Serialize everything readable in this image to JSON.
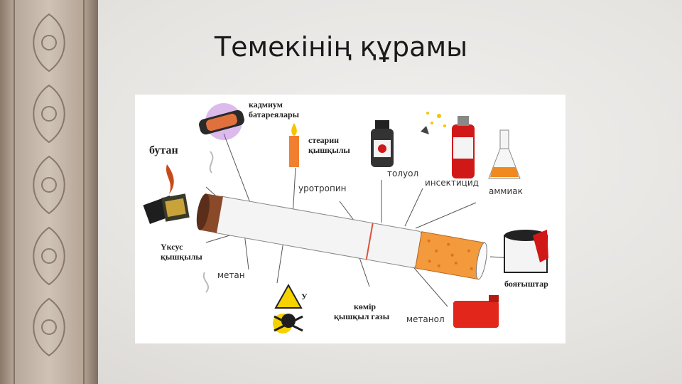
{
  "title": "Темекінің құрамы",
  "labels": {
    "cadmium_line1": "кадмиум",
    "cadmium_line2": "батареялары",
    "stearic_line1": "стеарин",
    "stearic_line2": "қышқылы",
    "butane": "бутан",
    "toluene": "толуол",
    "insecticide": "инсектицид",
    "ammonia": "аммиак",
    "urotropin": "уротропин",
    "acetic_line1": "Үксус",
    "acetic_line2": "қышқылы",
    "methane": "метан",
    "poison": "У",
    "co_line1": "көмір",
    "co_line2": "қышқыл газы",
    "methanol": "метанол",
    "paints": "бояғыштар"
  },
  "colors": {
    "filter": "#f39a3c",
    "ember": "#8a4a2a",
    "paint_can": "#d01818",
    "fuel_can": "#e2261c",
    "candle": "#f08030",
    "battery_glow": "#9b3cc8"
  },
  "icons": [
    "battery-icon",
    "candle-icon",
    "lighter-icon",
    "toluene-bottle-icon",
    "spray-can-icon",
    "flask-icon",
    "paint-can-icon",
    "fuel-can-icon",
    "skull-icon"
  ]
}
